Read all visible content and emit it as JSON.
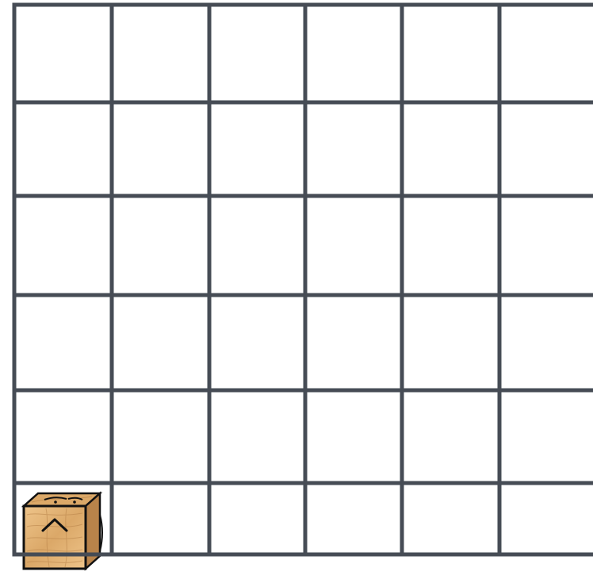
{
  "board": {
    "rows": 6,
    "columns": 6,
    "background_color": "#ffffff",
    "grid_line_color": "#464c55"
  },
  "player": {
    "type": "wooden-box-robot",
    "row": 6,
    "column": 1,
    "facing": "up",
    "icon": "up-chevron-icon",
    "colors": {
      "wood_light": "#eec48a",
      "wood_mid": "#dba868",
      "wood_dark": "#b8834a",
      "outline": "#111111"
    }
  }
}
